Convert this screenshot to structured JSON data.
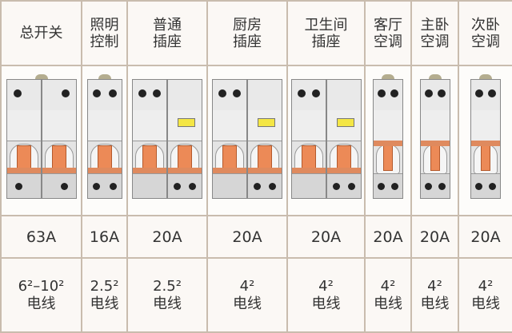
{
  "columns": [
    {
      "name": "总开关",
      "line1": "总开关",
      "line2": "",
      "current": "63A",
      "wire_size": "6²–10²",
      "wire_label": "电线",
      "poles": 2,
      "type": "main"
    },
    {
      "name": "照明控制",
      "line1": "照明",
      "line2": "控制",
      "current": "16A",
      "wire_size": "2.5²",
      "wire_label": "电线",
      "poles": 1,
      "type": "lighting"
    },
    {
      "name": "普通插座",
      "line1": "普通",
      "line2": "插座",
      "current": "20A",
      "wire_size": "2.5²",
      "wire_label": "电线",
      "poles": 2,
      "type": "rcd"
    },
    {
      "name": "厨房插座",
      "line1": "厨房",
      "line2": "插座",
      "current": "20A",
      "wire_size": "4²",
      "wire_label": "电线",
      "poles": 2,
      "type": "rcd"
    },
    {
      "name": "卫生间插座",
      "line1": "卫生间",
      "line2": "插座",
      "current": "20A",
      "wire_size": "4²",
      "wire_label": "电线",
      "poles": 2,
      "type": "rcd"
    },
    {
      "name": "客厅空调",
      "line1": "客厅",
      "line2": "空调",
      "current": "20A",
      "wire_size": "4²",
      "wire_label": "电线",
      "poles": 1,
      "type": "ac"
    },
    {
      "name": "主卧空调",
      "line1": "主卧",
      "line2": "空调",
      "current": "20A",
      "wire_size": "4²",
      "wire_label": "电线",
      "poles": 1,
      "type": "ac"
    },
    {
      "name": "次卧空调",
      "line1": "次卧",
      "line2": "空调",
      "current": "20A",
      "wire_size": "4²",
      "wire_label": "电线",
      "poles": 1,
      "type": "ac"
    }
  ],
  "colors": {
    "border": "#c9bcae",
    "toggle": "#ec8a57",
    "led": "#f4e645",
    "background": "#f7efe6"
  }
}
